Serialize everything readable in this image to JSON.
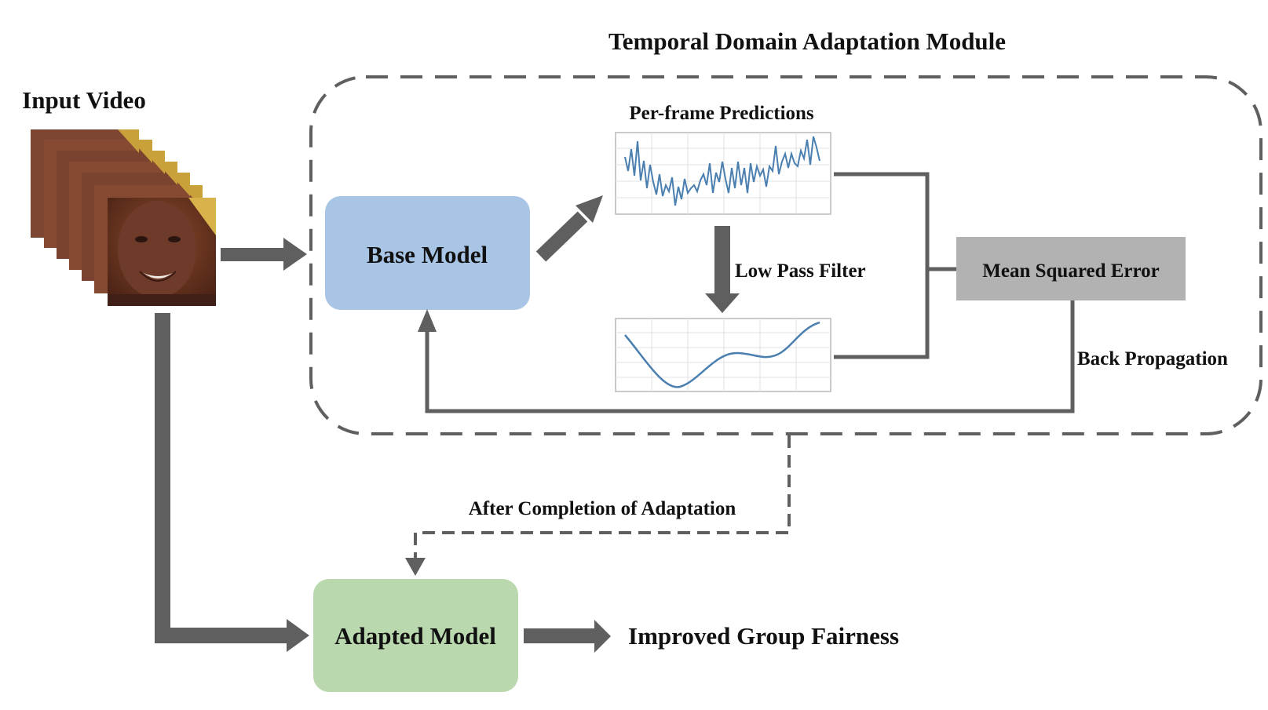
{
  "title": "Temporal Domain Adaptation Module",
  "input_label": "Input Video",
  "nodes": {
    "base_model": "Base Model",
    "per_frame": "Per-frame Predictions",
    "low_pass": "Low Pass Filter",
    "mse": "Mean Squared Error",
    "back_prop": "Back Propagation",
    "after_completion": "After Completion of Adaptation",
    "adapted_model": "Adapted Model",
    "result": "Improved Group Fairness"
  },
  "colors": {
    "base_model_fill": "#a9c5e6",
    "adapted_model_fill": "#bad8ae",
    "mse_fill": "#b2b2b2",
    "arrow": "#5f5f5f",
    "signal": "#4a7fb0",
    "skin": "#6e3b2a"
  },
  "icons": {
    "input_frames": "face-video-frames-icon",
    "noisy_plot": "noisy-signal-plot-icon",
    "smooth_plot": "smoothed-signal-plot-icon"
  }
}
